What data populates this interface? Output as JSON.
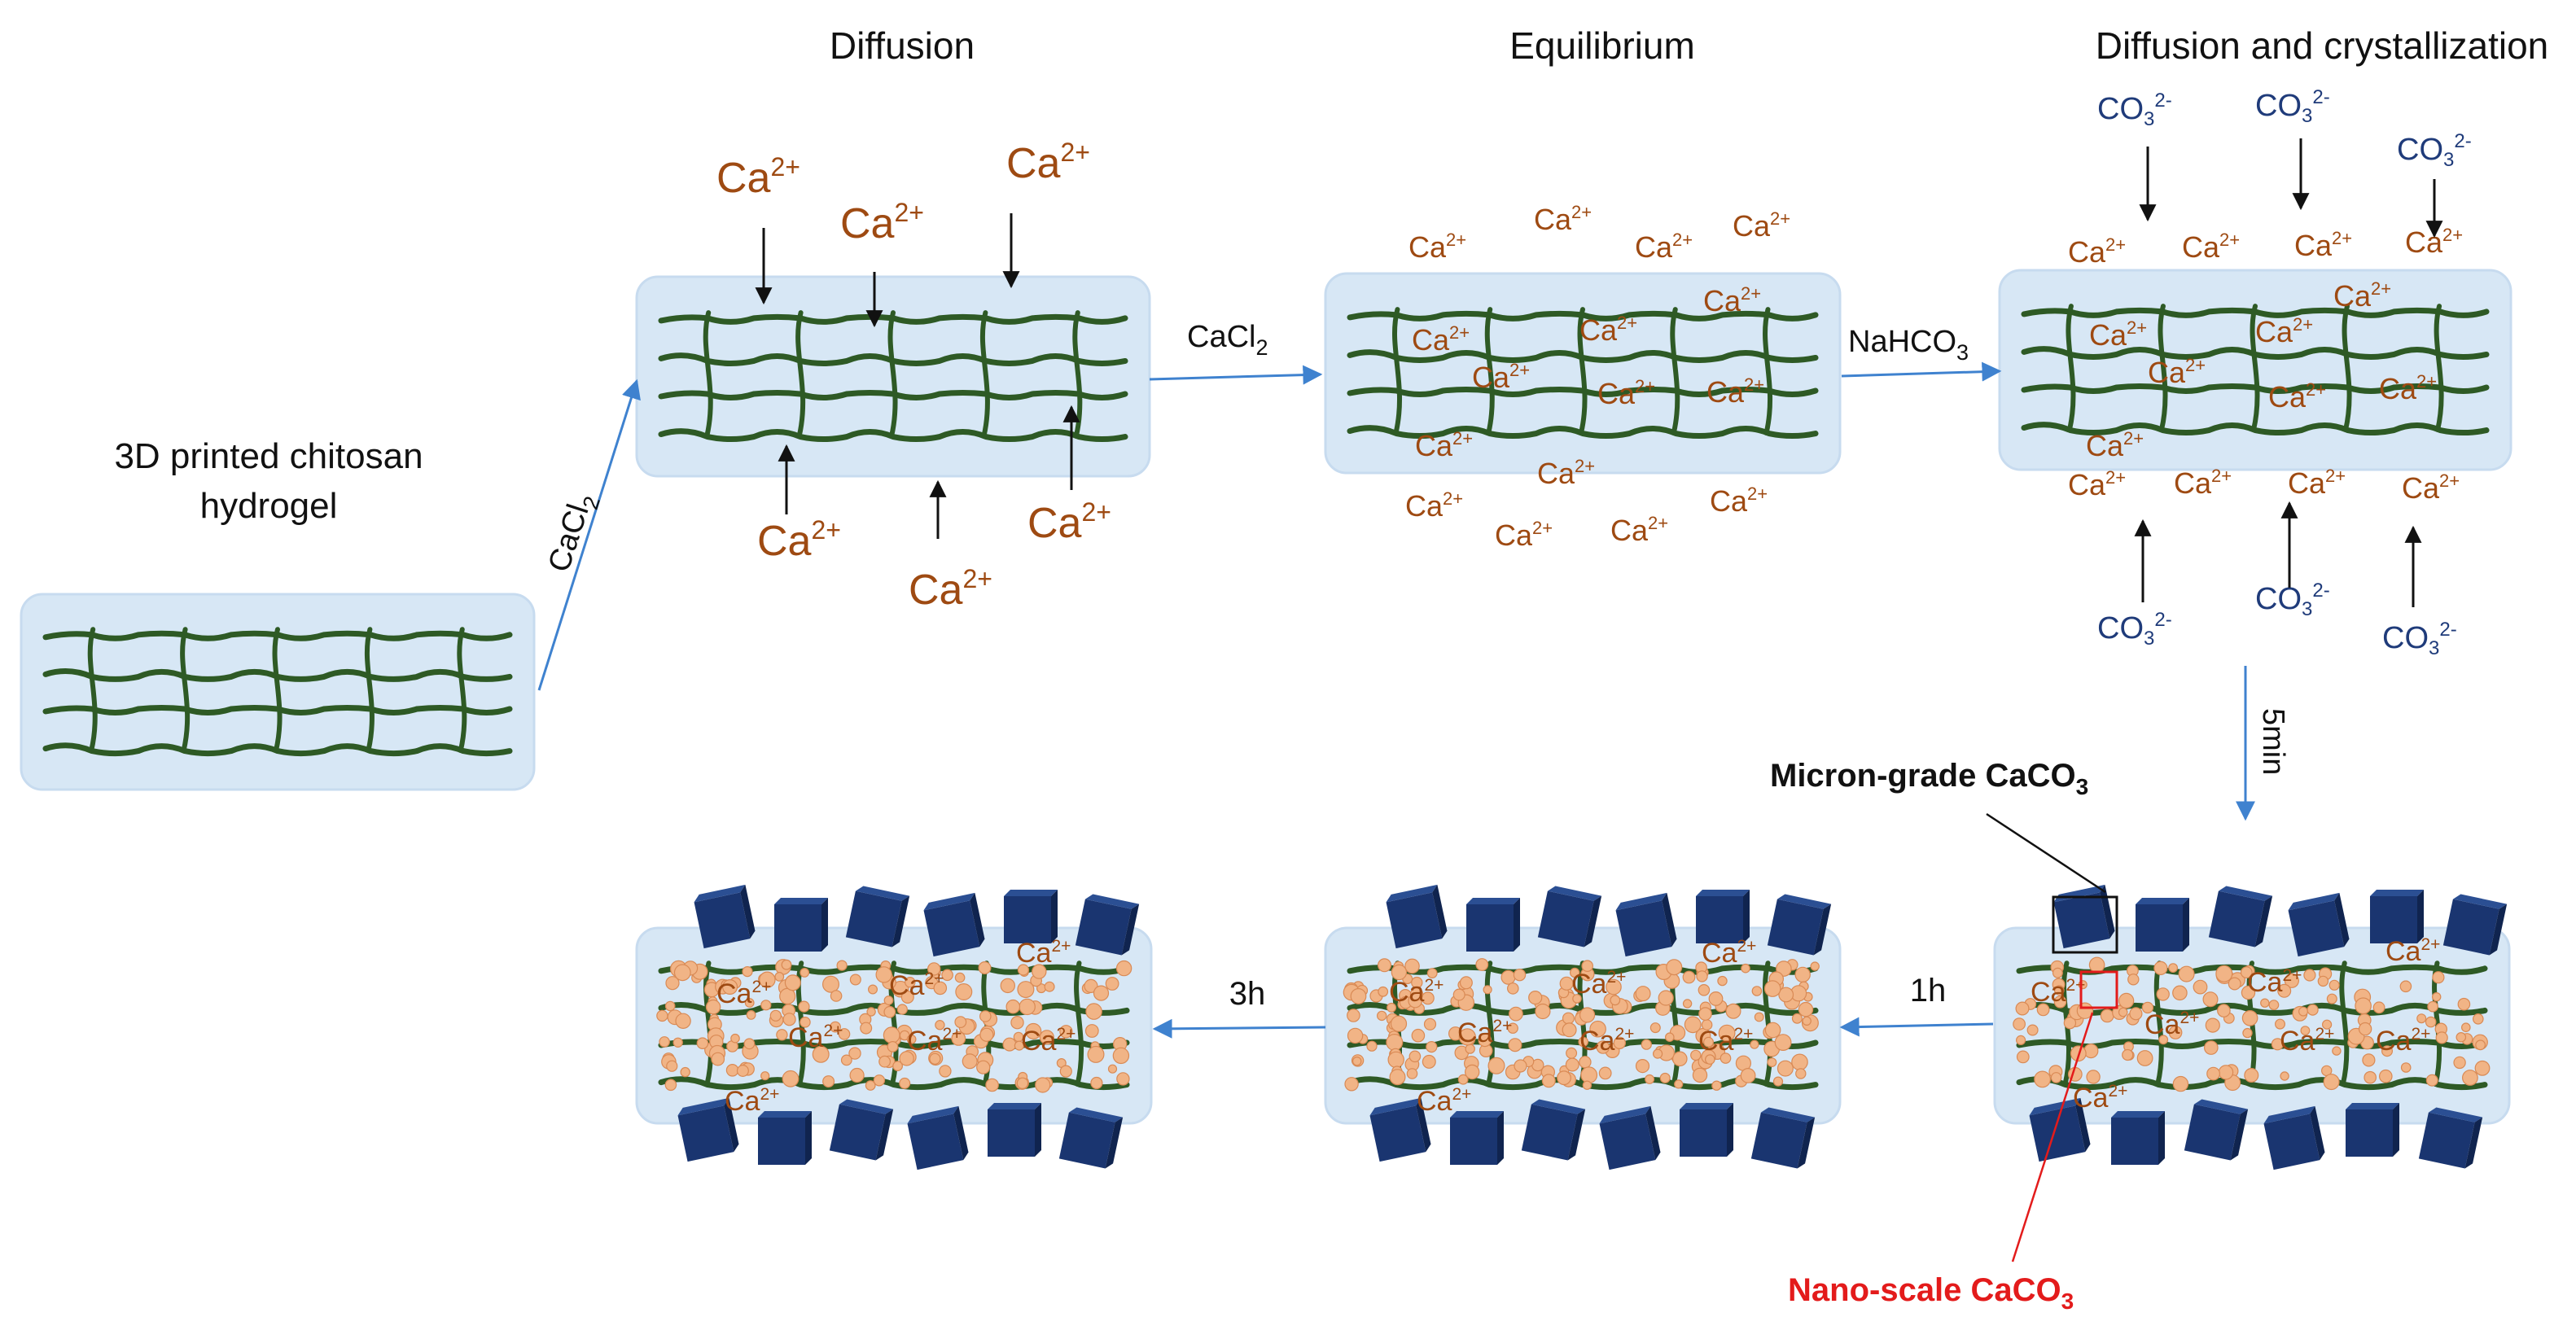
{
  "titles": {
    "diffusion": "Diffusion",
    "equilibrium": "Equilibrium",
    "diffusion_crystallization": "Diffusion and crystallization"
  },
  "start_label": [
    "3D printed chitosan",
    "hydrogel"
  ],
  "reagents": {
    "step1": {
      "base": "CaCl",
      "sub": "2"
    },
    "step2": {
      "base": "CaCl",
      "sub": "2"
    },
    "step3": {
      "base": "NaHCO",
      "sub": "3"
    }
  },
  "ions": {
    "calcium": {
      "base": "Ca",
      "sup": "2+"
    },
    "carbonate": {
      "base": "CO",
      "sub": "3",
      "sup": "2-"
    }
  },
  "times": {
    "t5min": "5min",
    "t1h": "1h",
    "t3h": "3h"
  },
  "callouts": {
    "micron": {
      "base": "Micron-grade CaCO",
      "sub": "3"
    },
    "nano": {
      "base": "Nano-scale CaCO",
      "sub": "3"
    }
  },
  "colors": {
    "gel_fill": "#d7e7f5",
    "gel_stroke": "#c7dbef",
    "chain": "#2e5a25",
    "calcium_text": "#9e4a12",
    "carbonate_text": "#1f3b7a",
    "flow_arrow": "#3f82cf",
    "crystal": "#1a3570",
    "nano_particle": "#f1b486",
    "nano_callout": "#e31b1b"
  }
}
